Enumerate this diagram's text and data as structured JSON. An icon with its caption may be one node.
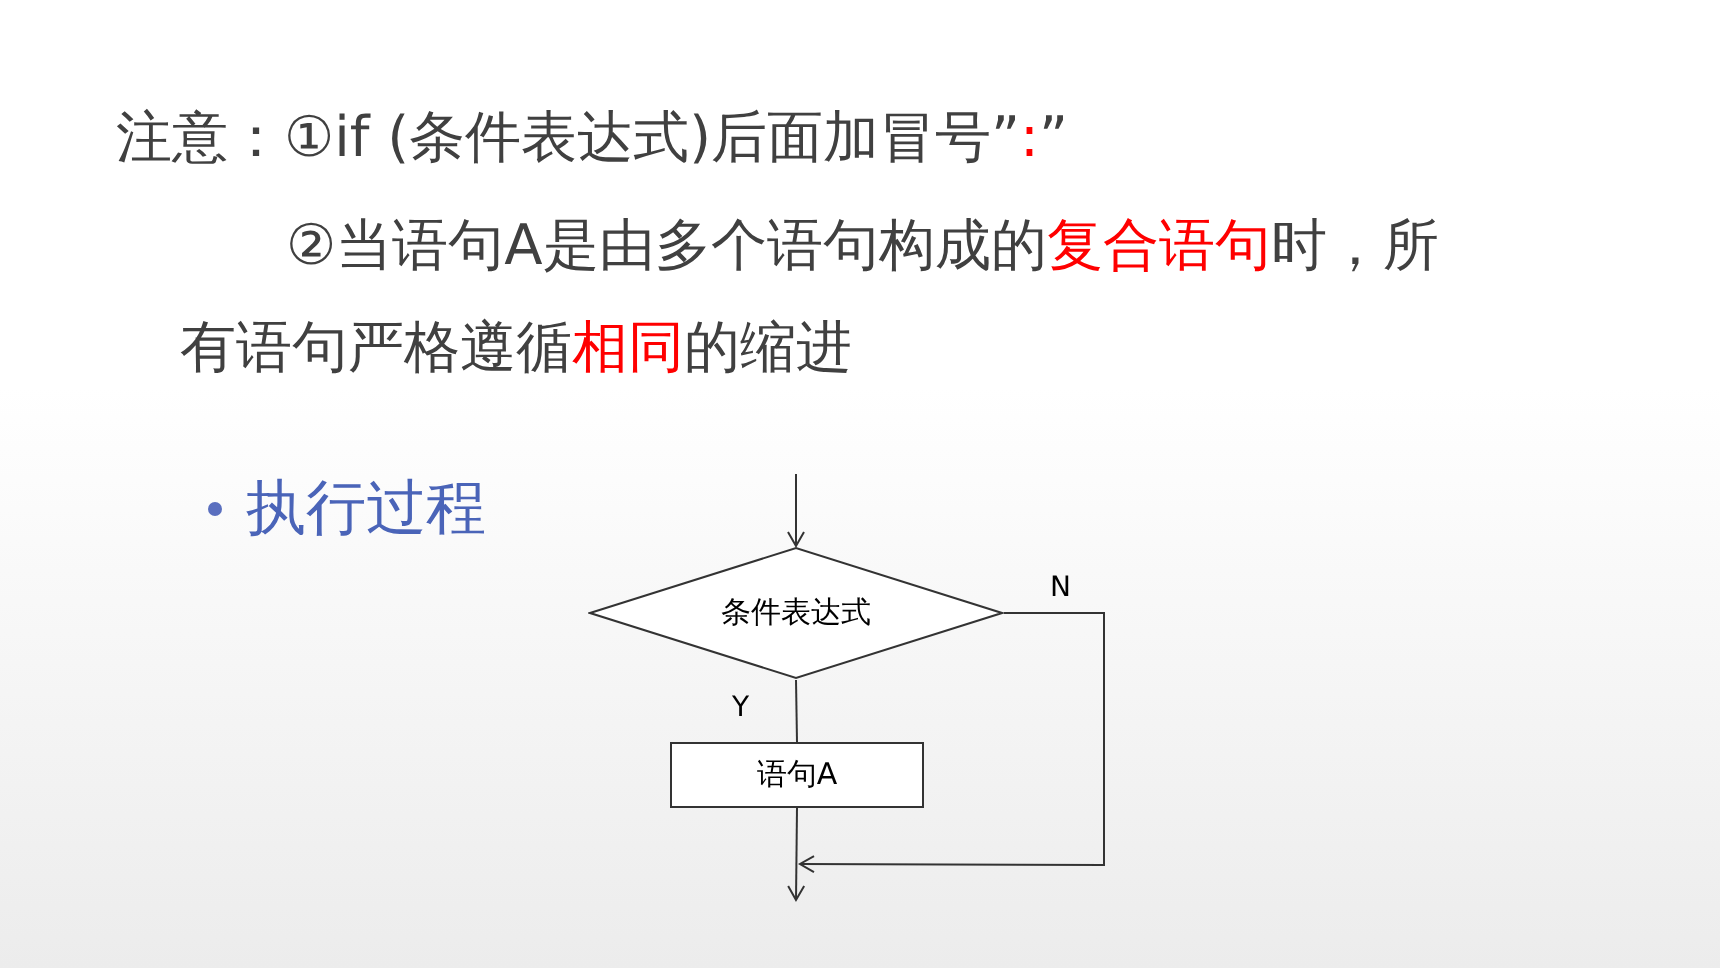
{
  "diagram": {
    "nodes": [
      {
        "text": [
          "条件表达式"
        ]
      },
      {
        "text": [
          "语句A"
        ]
      }
    ],
    "edges": [
      {
        "from": null,
        "to": 0,
        "arrow": "to"
      },
      {
        "from": 0,
        "to": 1,
        "arrow": "none",
        "label": "Y"
      },
      {
        "from": 1,
        "to": null,
        "arrow": "to"
      },
      {
        "from": 0,
        "to": null,
        "arrow": "to",
        "label": "N"
      }
    ],
    "labels": [
      "注意：①if (条件表达式)后面加冒号”**:**”",
      "②当语句A是由多个语句构成的**复合语句**时，所有语句严格遵循**相同**的缩进",
      "执行过程"
    ]
  }
}
